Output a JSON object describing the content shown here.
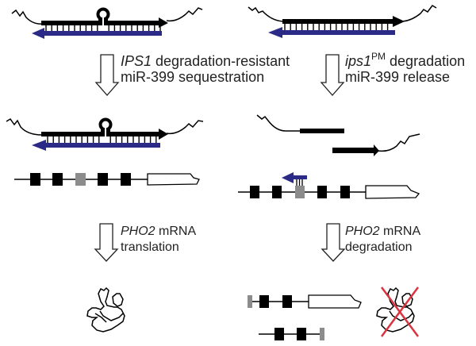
{
  "figure": {
    "colors": {
      "strand": "#000000",
      "mirna": "#2b2a86",
      "target_site": "#8c8c8c",
      "cross": "#d9343f",
      "outline": "#222222"
    },
    "left_column": {
      "step1": {
        "gene": "IPS1",
        "text": " degradation-resistant",
        "line2": "miR-399 sequestration"
      },
      "step2": {
        "gene": "PHO2",
        "text": " mRNA",
        "line2": "translation"
      }
    },
    "right_column": {
      "step1": {
        "gene": "ips1",
        "superscript": "PM",
        "text": " degradation",
        "line2": "miR-399 release"
      },
      "step2": {
        "gene": "PHO2",
        "text": " mRNA",
        "line2": "degradation"
      }
    },
    "elements": {
      "top_left": "IPS1 transcript with mismatch loop paired to miR-399",
      "top_right": "ips1PM transcript fully paired to miR-399",
      "mid_left_transcript": "IPS1:miR-399 complex",
      "mid_right_transcript": "Cleaved ips1 fragments",
      "mid_left_gene": "PHO2 mRNA intact",
      "mid_right_gene": "PHO2 mRNA targeted by miR-399",
      "bottom_left": "PHO2 protein",
      "bottom_right_fragments": "Cleaved PHO2 mRNA fragments",
      "bottom_right_protein": "PHO2 protein (absent)"
    }
  }
}
